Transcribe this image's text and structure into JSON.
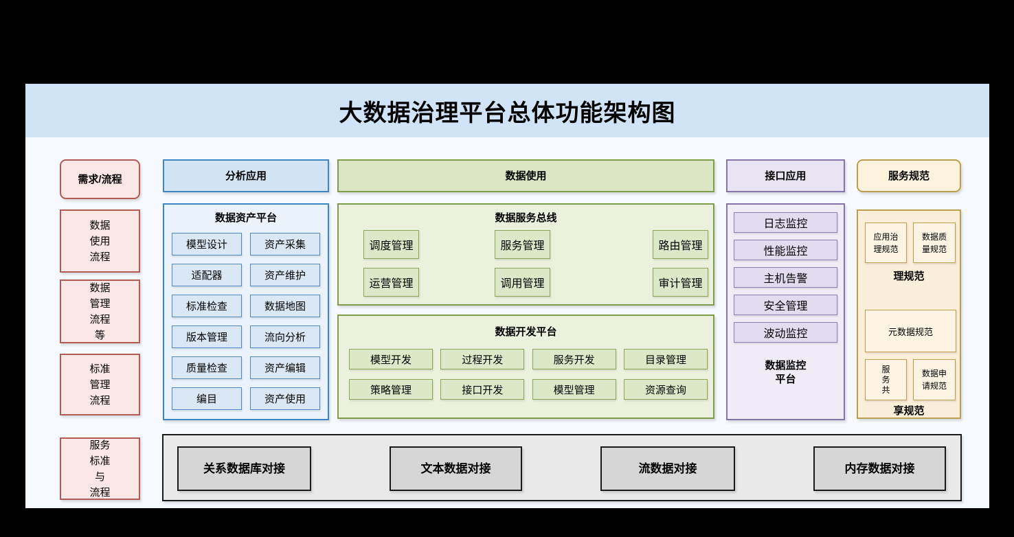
{
  "title": "大数据治理平台总体功能架构图",
  "requirements_column": {
    "header": "需求/流程",
    "flows": [
      "数据\n使用\n流程",
      "数据\n管理\n流程\n等",
      "标准\n管理\n流程",
      "服务\n标准\n与\n流程"
    ]
  },
  "analysis_column": {
    "header": "分析应用",
    "platform_title": "数据资产平台",
    "items": [
      "模型设计",
      "资产采集",
      "适配器",
      "资产维护",
      "标准检查",
      "数据地图",
      "版本管理",
      "流向分析",
      "质量检查",
      "资产编辑",
      "编目",
      "资产使用"
    ]
  },
  "usage_column": {
    "header": "数据使用",
    "service_bus": {
      "title": "数据服务总线",
      "items": [
        "调度管理",
        "服务管理",
        "路由管理",
        "运营管理",
        "调用管理",
        "审计管理"
      ]
    },
    "dev_platform": {
      "title": "数据开发平台",
      "items": [
        "模型开发",
        "过程开发",
        "服务开发",
        "目录管理",
        "策略管理",
        "接口开发",
        "模型管理",
        "资源查询"
      ]
    }
  },
  "interface_column": {
    "header": "接口应用",
    "items": [
      "日志监控",
      "性能监控",
      "主机告警",
      "安全管理",
      "波动监控"
    ],
    "platform_label": "数据监控\n平台"
  },
  "standards_column": {
    "header": "服务规范",
    "row1": [
      "应用治\n理规范",
      "数据质\n量规范"
    ],
    "row1_label": "理规范",
    "middle_box": "元数据规范",
    "row2": [
      "服\n务\n共",
      "数据申\n请规范"
    ],
    "row2_label": "享规范"
  },
  "integration_bar": {
    "items": [
      "关系数据库对接",
      "文本数据对接",
      "流数据对接",
      "内存数据对接"
    ]
  },
  "colors": {
    "background": "#000000",
    "panel": "#f6f9fd",
    "title_band": "#d1e4f7",
    "pink_fill": "#fbe7e5",
    "pink_border": "#b25b55",
    "blue_fill": "#dae8f5",
    "blue_border": "#3a86c8",
    "green_fill": "#dde8c8",
    "green_border": "#7f9d49",
    "purple_fill": "#e2dcf1",
    "purple_border": "#8474ab",
    "yellow_fill": "#fdf4e4",
    "yellow_border": "#bf9d4e",
    "gray_fill": "#d6d6d6",
    "gray_border": "#1a1a1a"
  }
}
